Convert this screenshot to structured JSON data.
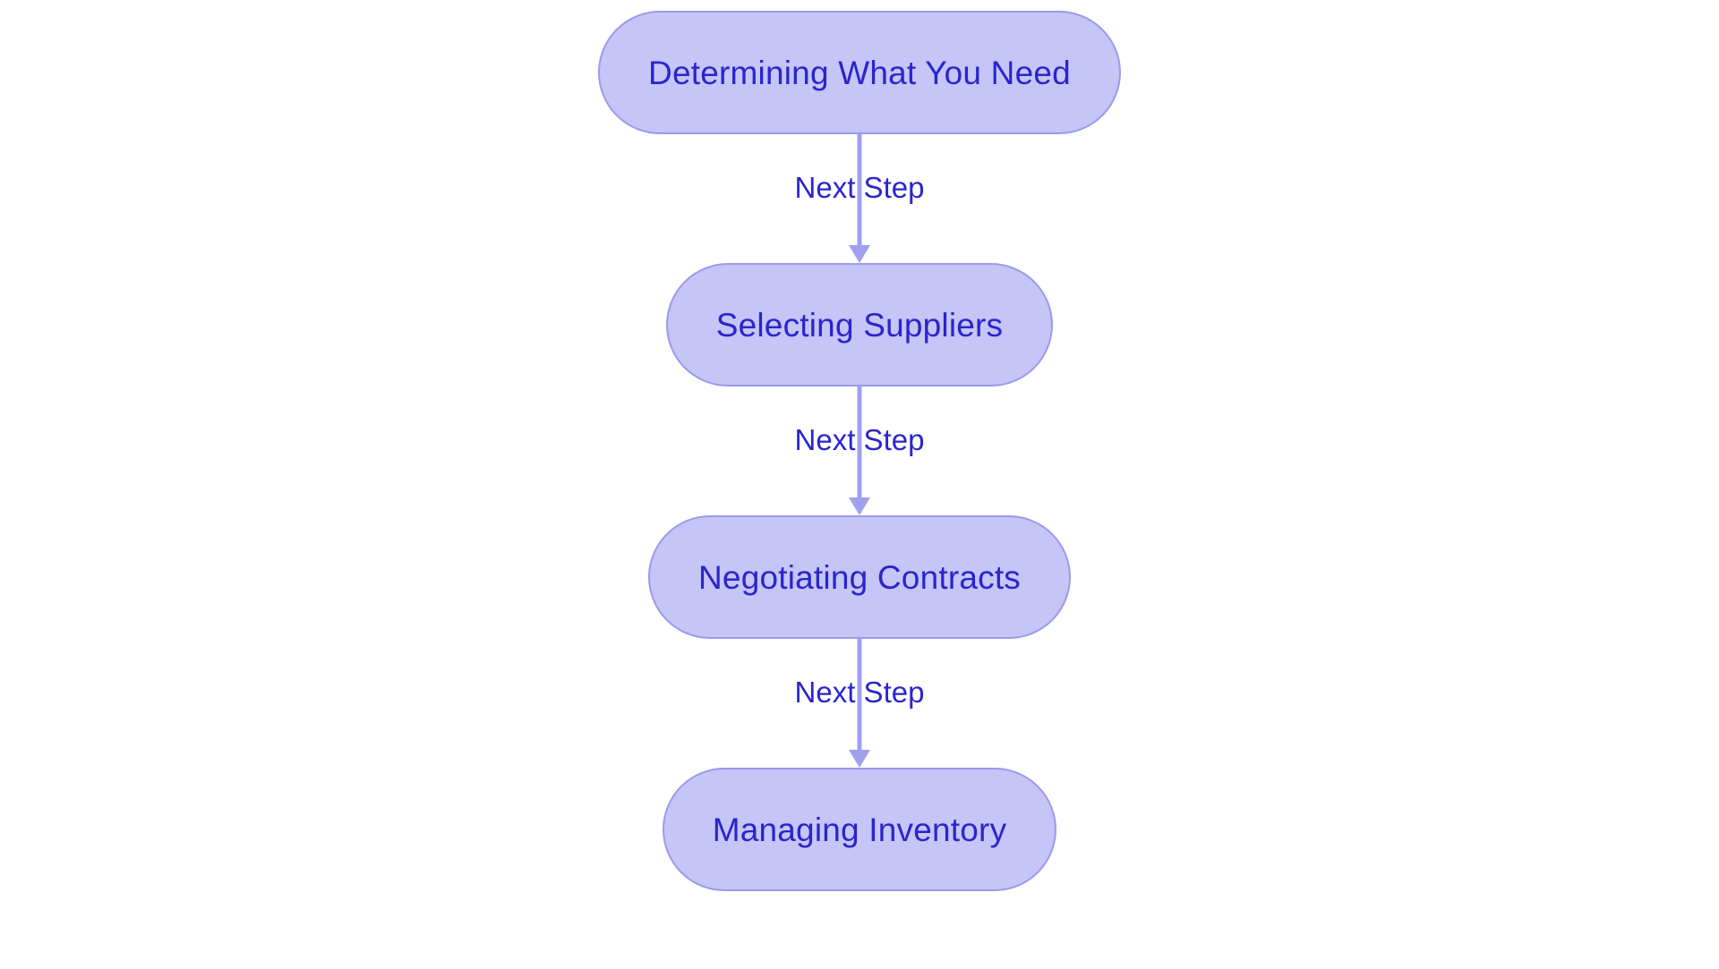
{
  "diagram": {
    "type": "flowchart",
    "orientation": "top-to-bottom",
    "background_color": "#ffffff",
    "node_fill_color": "#c5c5f7",
    "node_border_color": "#9a9aec",
    "node_text_color": "#2a25cc",
    "connector_color": "#9fa0ee",
    "edge_label_color": "#2a25cc",
    "nodes": [
      {
        "id": "determining-what-you-need",
        "label": "Determining What You Need",
        "shape": "pill"
      },
      {
        "id": "selecting-suppliers",
        "label": "Selecting Suppliers",
        "shape": "pill"
      },
      {
        "id": "negotiating-contracts",
        "label": "Negotiating Contracts",
        "shape": "pill"
      },
      {
        "id": "managing-inventory",
        "label": "Managing Inventory",
        "shape": "pill"
      }
    ],
    "edges": [
      {
        "from": "determining-what-you-need",
        "to": "selecting-suppliers",
        "label": "Next Step",
        "arrow": "arrow-down-icon"
      },
      {
        "from": "selecting-suppliers",
        "to": "negotiating-contracts",
        "label": "Next Step",
        "arrow": "arrow-down-icon"
      },
      {
        "from": "negotiating-contracts",
        "to": "managing-inventory",
        "label": "Next Step",
        "arrow": "arrow-down-icon"
      }
    ]
  }
}
